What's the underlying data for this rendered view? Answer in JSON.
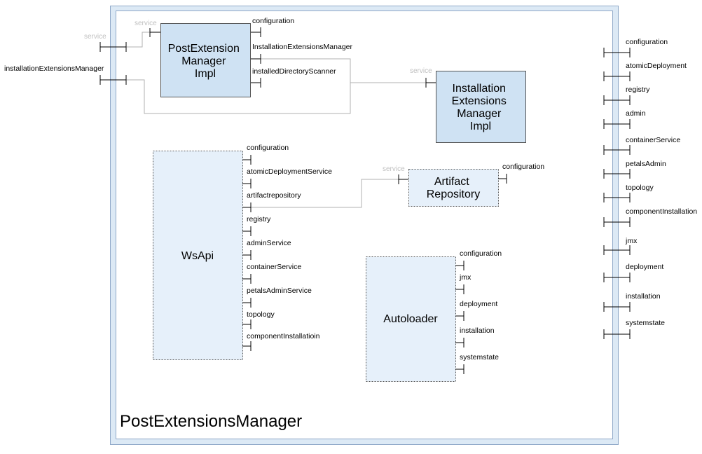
{
  "composite": {
    "name": "PostExtensionsManager"
  },
  "service_label": "service",
  "external_left": [
    "service",
    "installationExtensionsManager"
  ],
  "external_right": [
    "configuration",
    "atomicDeployment",
    "registry",
    "admin",
    "containerService",
    "petalsAdmin",
    "topology",
    "componentInstallation",
    "jmx",
    "deployment",
    "installation",
    "systemstate"
  ],
  "components": {
    "post_extension_manager_impl": {
      "title_lines": [
        "PostExtension",
        "Manager",
        "Impl"
      ],
      "references": [
        "configuration",
        "InstallationExtensionsManager",
        "installedDirectoryScanner"
      ]
    },
    "installation_extensions_manager_impl": {
      "title_lines": [
        "Installation",
        "Extensions",
        "Manager",
        "Impl"
      ],
      "references": []
    },
    "ws_api": {
      "title_lines": [
        "WsApi"
      ],
      "references": [
        "configuration",
        "atomicDeploymentService",
        "artifactrepository",
        "registry",
        "adminService",
        "containerService",
        "petalsAdminService",
        "topology",
        "componentInstallatioin"
      ]
    },
    "artifact_repository": {
      "title_lines": [
        "Artifact",
        "Repository"
      ],
      "references": [
        "configuration"
      ]
    },
    "autoloader": {
      "title_lines": [
        "Autoloader"
      ],
      "references": [
        "configuration",
        "jmx",
        "deployment",
        "installation",
        "systemstate"
      ]
    }
  },
  "colors": {
    "composite_fill": "#dce9f5",
    "composite_border": "#8fa8c8",
    "impl_fill": "#cfe2f3",
    "component_fill": "#e6f0fa",
    "border": "#555555",
    "wire": "#b0b0b0",
    "service_text": "#c0c0c0"
  }
}
